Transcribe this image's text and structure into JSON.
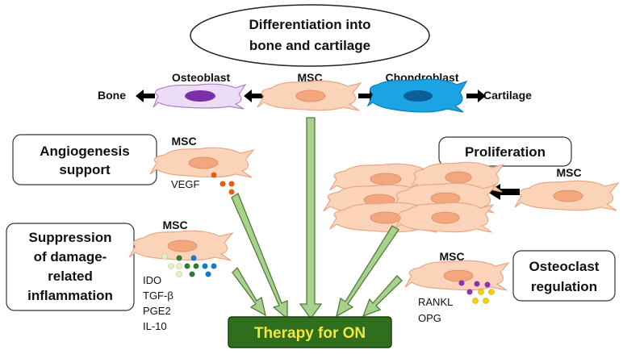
{
  "title_lines": [
    "Differentiation into",
    "bone and cartilage"
  ],
  "top": {
    "msc": "MSC",
    "osteoblast": "Osteoblast",
    "chondroblast": "Chondroblast",
    "bone": "Bone",
    "cartilage": "Cartilage"
  },
  "angiogenesis": {
    "box_lines": [
      "Angiogenesis",
      "support"
    ],
    "msc": "MSC",
    "factor": "VEGF"
  },
  "suppression": {
    "box_lines": [
      "Suppression",
      "of damage-",
      "related",
      "inflammation"
    ],
    "msc": "MSC",
    "factors": [
      "IDO",
      "TGF-β",
      "PGE2",
      "IL-10"
    ]
  },
  "proliferation": {
    "box": "Proliferation",
    "msc": "MSC"
  },
  "osteoclast": {
    "box_lines": [
      "Osteoclast",
      "regulation"
    ],
    "msc": "MSC",
    "factors": [
      "RANKL",
      "OPG"
    ]
  },
  "therapy": "Therapy for ON",
  "colors": {
    "msc_cell": "#fbd3b8",
    "msc_nucleus": "#f4a77e",
    "osteoblast_cell": "#eddcf5",
    "osteoblast_nucleus": "#7b2fa8",
    "chondroblast_cell": "#1ba3e3",
    "chondroblast_nucleus": "#0b5f98",
    "arrow_green": "#a9d18e",
    "arrow_green_stroke": "#4f7d33",
    "therapy_bg": "#2e6e1c",
    "vegf_dot": "#e35f12",
    "rankl_dot": "#8b2fb4",
    "opg_dot": "#f5d200"
  }
}
